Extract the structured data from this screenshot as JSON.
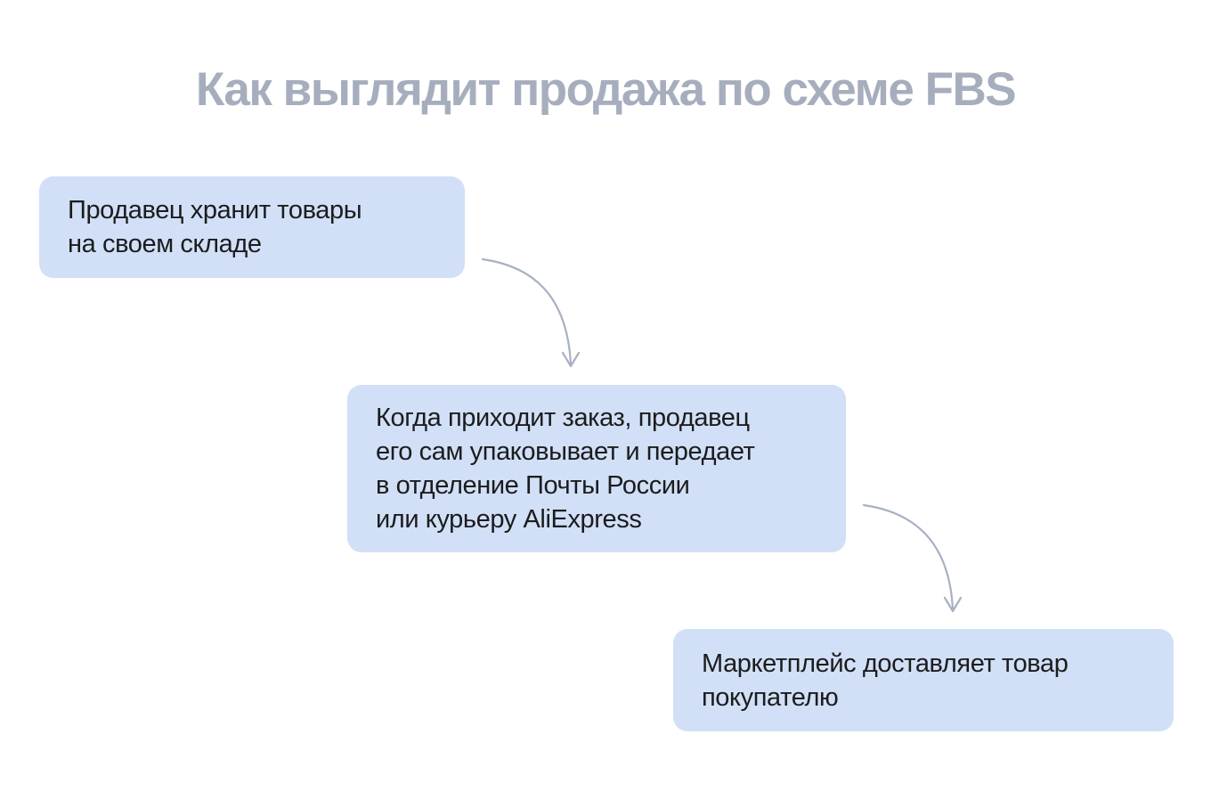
{
  "title": "Как выглядит продажа по схеме FBS",
  "steps": [
    {
      "text": "Продавец хранит товары\nна своем складе"
    },
    {
      "text": "Когда приходит заказ, продавец\nего сам упаковывает и передает\nв отделение Почты России\nили курьеру AliExpress"
    },
    {
      "text": "Маркетплейс доставляет товар\nпокупателю"
    }
  ],
  "colors": {
    "background": "#FFFFFF",
    "box_fill": "#D1E0F6",
    "title_text": "#A6AEBE",
    "body_text": "#1C1C1E",
    "arrow": "#A8B1C2"
  }
}
